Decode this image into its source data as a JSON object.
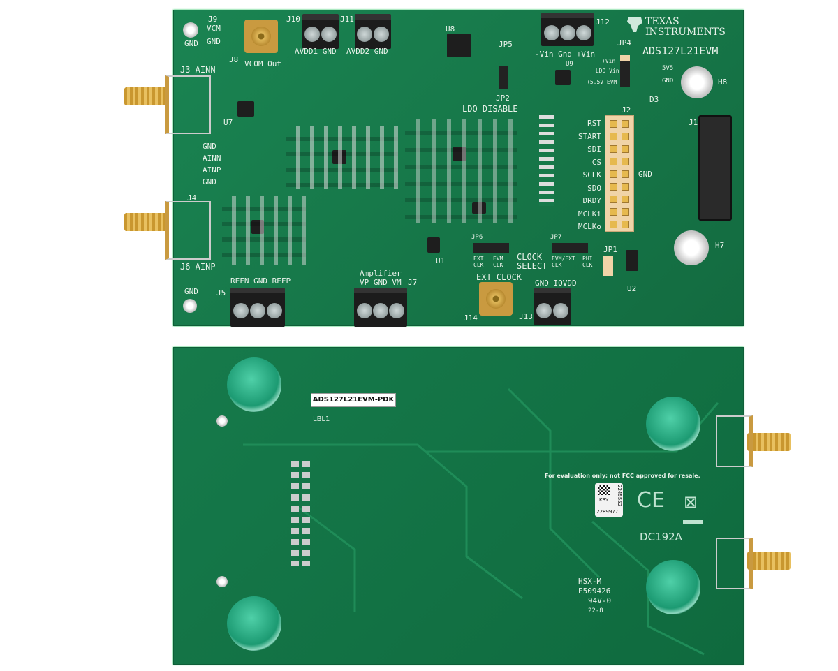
{
  "top_board": {
    "brand": "TEXAS INSTRUMENTS",
    "product": "ADS127L21EVM",
    "labels": {
      "j9": "J9",
      "vcm": "VCM",
      "gnd": "GND",
      "j8": "J8",
      "vcom_out": "VCOM Out",
      "j3_ainn": "J3 AINN",
      "j10": "J10",
      "j11": "J11",
      "avdd1_gnd": "AVDD1 GND",
      "avdd2_gnd": "AVDD2 GND",
      "j12": "J12",
      "vin_labels": "-Vin Gnd +Vin",
      "jp4": "JP4",
      "jp4_opts": [
        "+Vin",
        "+LDO Vin",
        "+5.5V EVM"
      ],
      "h8": "H8",
      "h7": "H7",
      "j1": "J1",
      "j2": "J2",
      "d3": "D3",
      "5v5": "5V5",
      "j2_pins": [
        "RST",
        "START",
        "SDI",
        "CS",
        "SCLK",
        "SDO",
        "DRDY",
        "MCLKi",
        "MCLKo"
      ],
      "j2_gnd": "GND",
      "ldo_disable": "LDO DISABLE",
      "jp2": "JP2",
      "jp5": "JP5",
      "side_pins": [
        "GND",
        "AINN",
        "AINP",
        "GND"
      ],
      "j4": "J4",
      "j6_ainp": "J6 AINP",
      "j5": "J5",
      "j5_pins": "REFN GND REFP",
      "amplifier": "Amplifier",
      "j7_pins": "VP GND VM",
      "j7": "J7",
      "jp6": "JP6",
      "jp6_opts": [
        "EXT CLK",
        "EVM CLK"
      ],
      "clock_select": "CLOCK SELECT",
      "jp7": "JP7",
      "jp7_opts": [
        "EVM/EXT CLK",
        "PHI CLK"
      ],
      "ext_clock": "EXT CLOCK",
      "j14": "J14",
      "j13": "J13",
      "j13_pins": "GND IOVDD",
      "jp1": "JP1",
      "u1": "U1",
      "u2": "U2",
      "u7": "U7",
      "u8": "U8",
      "u9": "U9"
    }
  },
  "bottom_board": {
    "label_sticker": "ADS127L21EVM-PDK",
    "lbl1": "LBL1",
    "fcc_notice": "For evaluation only; not FCC approved for resale.",
    "serial_label": [
      "2245552",
      "KRY",
      "2289977"
    ],
    "ce_mark": "CE",
    "board_code": "DC192A",
    "fab_marks": [
      "HSX-M",
      "E509426",
      "94V-0",
      "22-8"
    ]
  },
  "colors": {
    "pcb": "#17794a",
    "silkscreen": "#e9f2ea",
    "connector_gold": "#c99a40",
    "bumper": "#2fb88a"
  }
}
